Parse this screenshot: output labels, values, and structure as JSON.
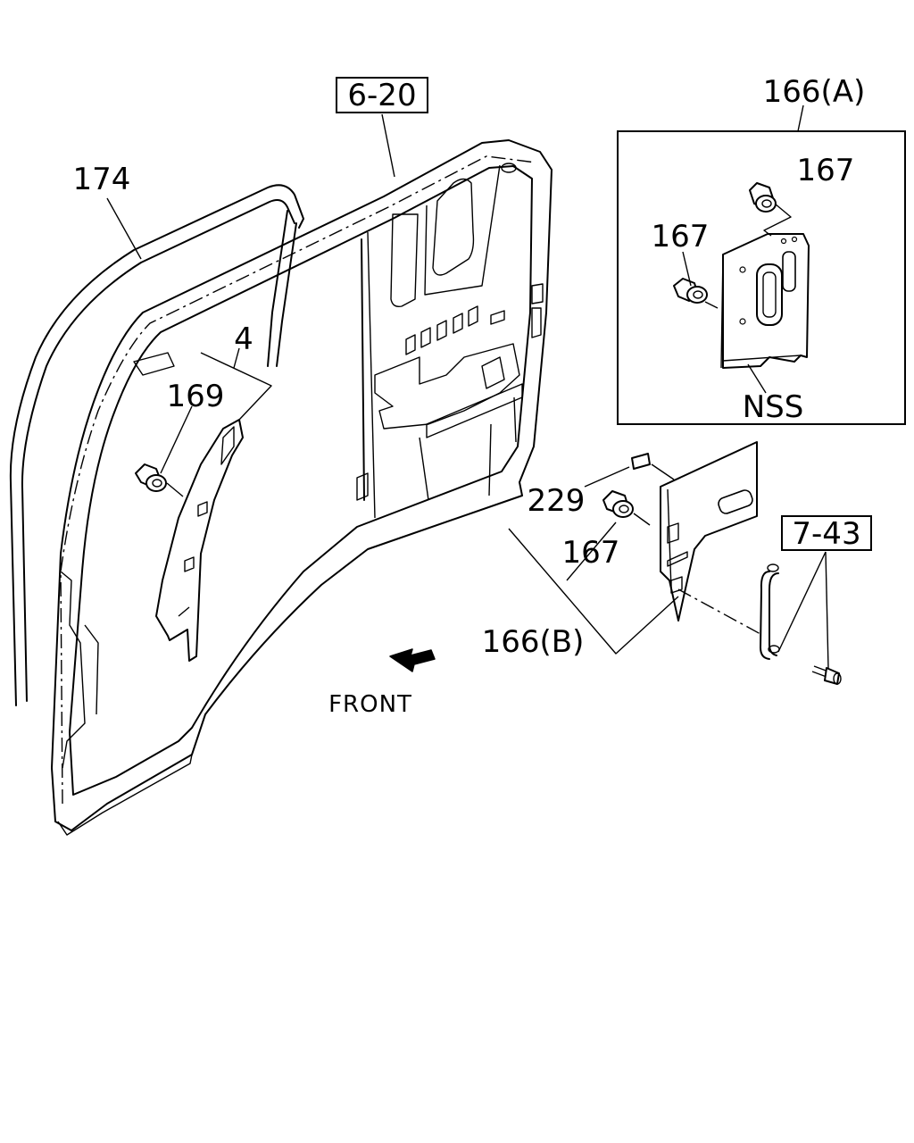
{
  "labels": {
    "ref_6_20": "6-20",
    "part_174": "174",
    "part_4": "4",
    "part_169": "169",
    "part_166a": "166(A)",
    "part_167_a1": "167",
    "part_167_a2": "167",
    "nss": "NSS",
    "part_229": "229",
    "part_167_b": "167",
    "part_166b": "166(B)",
    "ref_7_43": "7-43",
    "front": "FRONT"
  }
}
